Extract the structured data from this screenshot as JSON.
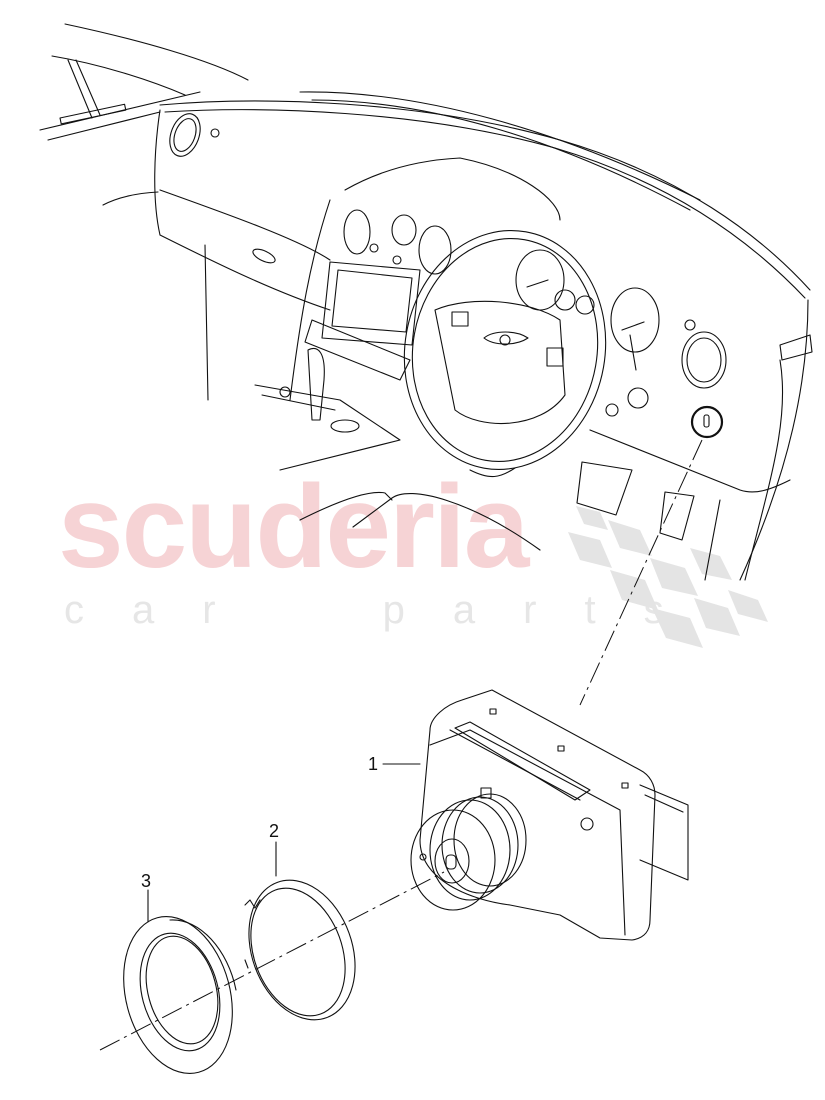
{
  "diagram": {
    "type": "exploded-parts-illustration",
    "subject": "Dashboard interior with ignition lock assembly",
    "line_color": "#111111",
    "background": "#ffffff"
  },
  "watermark": {
    "main_text": "scuderia",
    "sub_text": "car parts",
    "main_color": "#f6d3d5",
    "sub_color": "#e6e6e6",
    "checker_color": "#e4e4e4"
  },
  "callouts": [
    {
      "number": "1",
      "part": "ignition lock housing"
    },
    {
      "number": "2",
      "part": "retaining ring"
    },
    {
      "number": "3",
      "part": "trim ring"
    }
  ]
}
